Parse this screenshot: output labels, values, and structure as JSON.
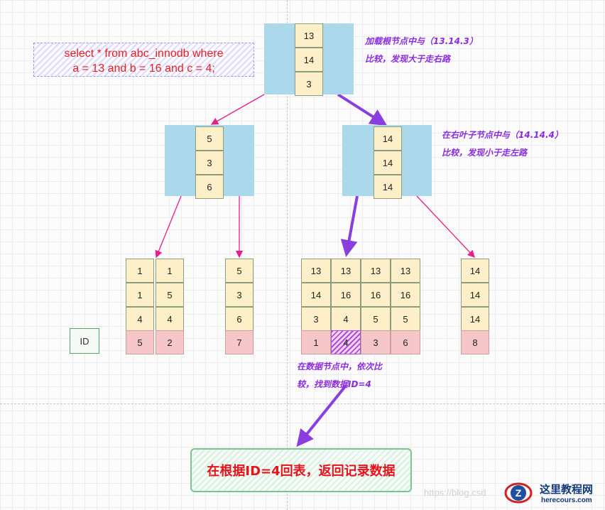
{
  "query": {
    "line1": "select * from abc_innodb where",
    "line2": "a = 13 and b = 16 and c = 4;"
  },
  "root_node": {
    "keys": [
      "13",
      "14",
      "3"
    ]
  },
  "internal_nodes": {
    "left": {
      "keys": [
        "5",
        "3",
        "6"
      ]
    },
    "right": {
      "keys": [
        "14",
        "14",
        "14"
      ]
    }
  },
  "leaf_nodes": {
    "leaf1": {
      "col1": [
        "1",
        "1",
        "4",
        "5"
      ],
      "col2": [
        "1",
        "5",
        "4",
        "2"
      ]
    },
    "leaf2": {
      "col1": [
        "5",
        "3",
        "6",
        "7"
      ]
    },
    "leaf3": {
      "col1": [
        "13",
        "14",
        "3",
        "1"
      ],
      "col2": [
        "13",
        "16",
        "4",
        "4"
      ],
      "col3": [
        "13",
        "16",
        "5",
        "3"
      ],
      "col4": [
        "13",
        "16",
        "5",
        "6"
      ]
    },
    "leaf4": {
      "col1": [
        "14",
        "14",
        "14",
        "8"
      ]
    }
  },
  "notes": {
    "root_line1": "加载根节点中与（13.14.3）",
    "root_line2": "比较，发现大于走右路",
    "right_line1": "在右叶子节点中与（14.14.4）",
    "right_line2": "比较，发现小于走左路",
    "data_line1": "在数据节点中，依次比",
    "data_line2": "较，找到数据ID=4"
  },
  "id_label": "ID",
  "final_box": "在根据ID=4回表，返回记录数据",
  "watermark": "https://blog.csd",
  "logo": {
    "title": "这里教程网",
    "subtitle": "herecours.com",
    "letter": "Z"
  },
  "colors": {
    "node_blue": "#abd8ea",
    "key_cell": "#fdf0c9",
    "id_cell": "#f6c6c8",
    "thin_arrow": "#e91e8c",
    "thick_arrow": "#8a3ee0",
    "note_text": "#8a2be2",
    "final_text": "#e8121b"
  }
}
